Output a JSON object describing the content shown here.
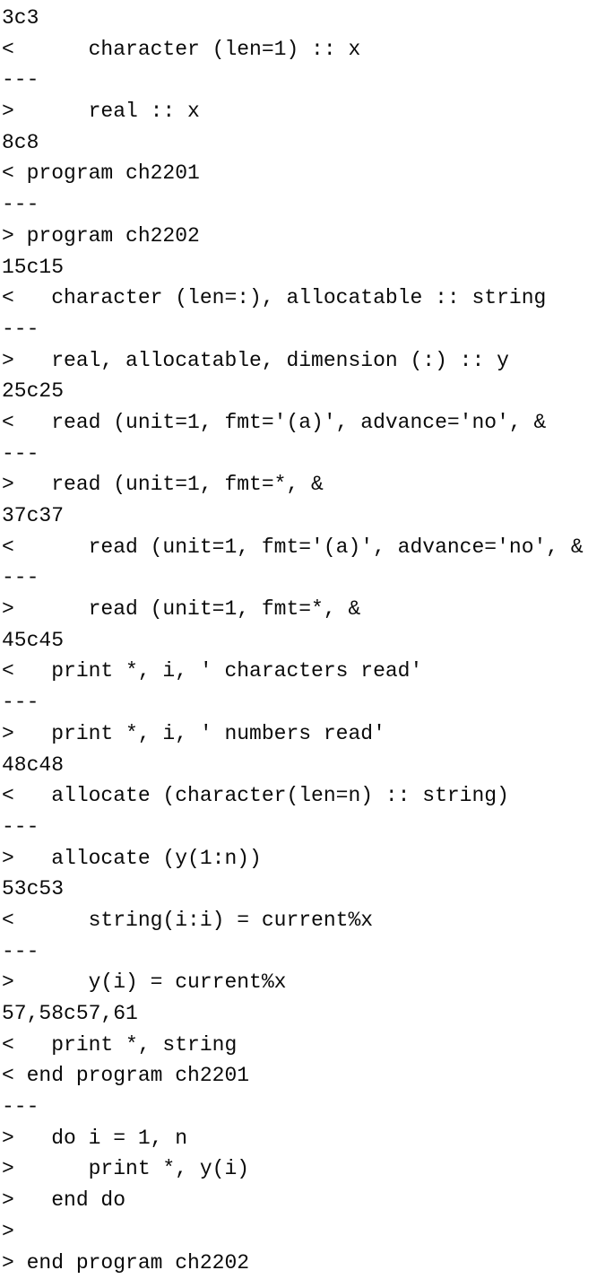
{
  "terminal": {
    "description": "diff command output comparing Fortran programs ch2201 and ch2202",
    "background_color": "#ffffff",
    "text_color": "#0a0a0a",
    "diff": {
      "lines": [
        "3c3",
        "<      character (len=1) :: x",
        "---",
        ">      real :: x",
        "8c8",
        "< program ch2201",
        "---",
        "> program ch2202",
        "15c15",
        "<   character (len=:), allocatable :: string",
        "---",
        ">   real, allocatable, dimension (:) :: y",
        "25c25",
        "<   read (unit=1, fmt='(a)', advance='no', &",
        "---",
        ">   read (unit=1, fmt=*, &",
        "37c37",
        "<      read (unit=1, fmt='(a)', advance='no', &",
        "---",
        ">      read (unit=1, fmt=*, &",
        "45c45",
        "<   print *, i, ' characters read'",
        "---",
        ">   print *, i, ' numbers read'",
        "48c48",
        "<   allocate (character(len=n) :: string)",
        "---",
        ">   allocate (y(1:n))",
        "53c53",
        "<      string(i:i) = current%x",
        "---",
        ">      y(i) = current%x",
        "57,58c57,61",
        "<   print *, string",
        "< end program ch2201",
        "---",
        ">   do i = 1, n",
        ">      print *, y(i)",
        ">   end do",
        ">",
        "> end program ch2202"
      ]
    }
  }
}
